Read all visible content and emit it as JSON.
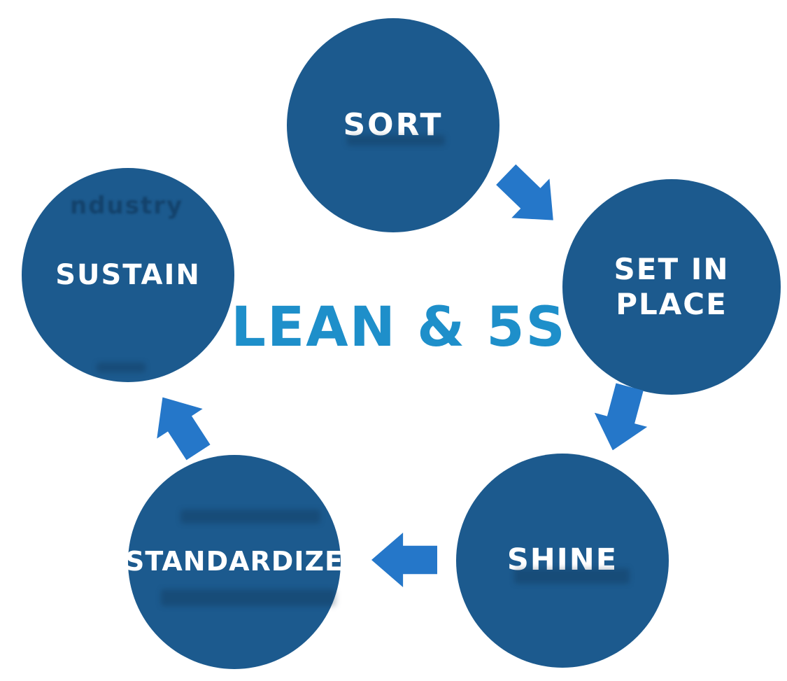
{
  "diagram": {
    "type": "cycle",
    "title": "LEAN & 5S",
    "steps": [
      {
        "label": "SORT"
      },
      {
        "label": "SET IN PLACE"
      },
      {
        "label": "SHINE"
      },
      {
        "label": "STANDARDIZE"
      },
      {
        "label": "SUSTAIN"
      }
    ],
    "arrows": [
      {
        "from": "SORT",
        "to": "SET IN PLACE",
        "direction": "down-right"
      },
      {
        "from": "SET IN PLACE",
        "to": "SHINE",
        "direction": "down-left"
      },
      {
        "from": "SHINE",
        "to": "STANDARDIZE",
        "direction": "left"
      },
      {
        "from": "STANDARDIZE",
        "to": "SUSTAIN",
        "direction": "up-left"
      }
    ],
    "watermark_fragment": "ndustry"
  },
  "colors": {
    "background": "#ffffff",
    "circle_fill": "#1c5a8e",
    "arrow_fill": "#2577c9",
    "title_text": "#1e8fca",
    "step_text": "#ffffff"
  }
}
